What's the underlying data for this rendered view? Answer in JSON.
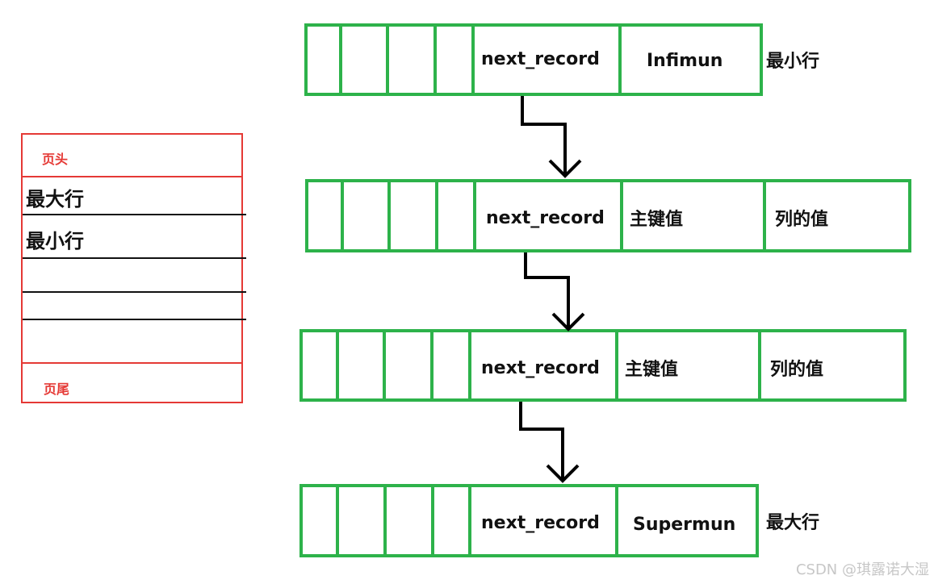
{
  "page_structure": {
    "header_label": "页头",
    "max_row_label": "最大行",
    "min_row_label": "最小行",
    "footer_label": "页尾"
  },
  "records": [
    {
      "next_label": "next_record",
      "cell1": "Infimun",
      "cell2": "",
      "side_label": "最小行"
    },
    {
      "next_label": "next_record",
      "cell1": "主键值",
      "cell2": "列的值",
      "side_label": ""
    },
    {
      "next_label": "next_record",
      "cell1": "主键值",
      "cell2": "列的值",
      "side_label": ""
    },
    {
      "next_label": "next_record",
      "cell1": "Supermun",
      "cell2": "",
      "side_label": "最大行"
    }
  ],
  "colors": {
    "record_border": "#2db24a",
    "page_border": "#e53935",
    "arrow": "#000000"
  },
  "watermark": "CSDN @琪露诺大湿"
}
